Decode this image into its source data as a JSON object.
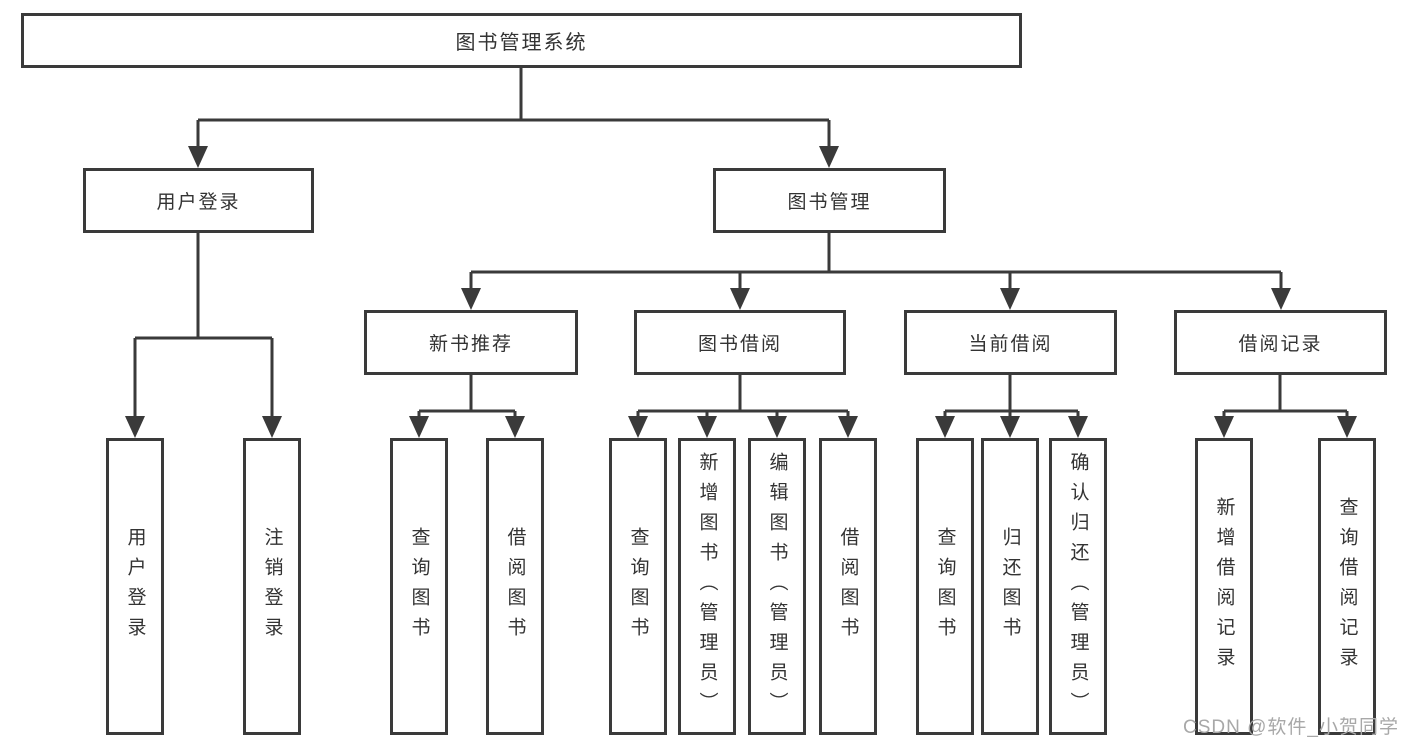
{
  "tree": {
    "root": {
      "label": "图书管理系统"
    },
    "children": [
      {
        "label": "用户登录",
        "children": [
          {
            "label": "用户登录"
          },
          {
            "label": "注销登录"
          }
        ]
      },
      {
        "label": "图书管理",
        "children": [
          {
            "label": "新书推荐",
            "children": [
              {
                "label": "查询图书"
              },
              {
                "label": "借阅图书"
              }
            ]
          },
          {
            "label": "图书借阅",
            "children": [
              {
                "label": "查询图书"
              },
              {
                "label": "新增图书（管理员）"
              },
              {
                "label": "编辑图书（管理员）"
              },
              {
                "label": "借阅图书"
              }
            ]
          },
          {
            "label": "当前借阅",
            "children": [
              {
                "label": "查询图书"
              },
              {
                "label": "归还图书"
              },
              {
                "label": "确认归还（管理员）"
              }
            ]
          },
          {
            "label": "借阅记录",
            "children": [
              {
                "label": "新增借阅记录"
              },
              {
                "label": "查询借阅记录"
              }
            ]
          }
        ]
      }
    ]
  },
  "watermark": "CSDN @软件_小贺同学",
  "colors": {
    "line": "#3a3a3a",
    "box_border": "#3a3a3a",
    "box_fill": "#ffffff",
    "text": "#333333",
    "watermark": "#a8a8a8",
    "background": "#ffffff"
  }
}
